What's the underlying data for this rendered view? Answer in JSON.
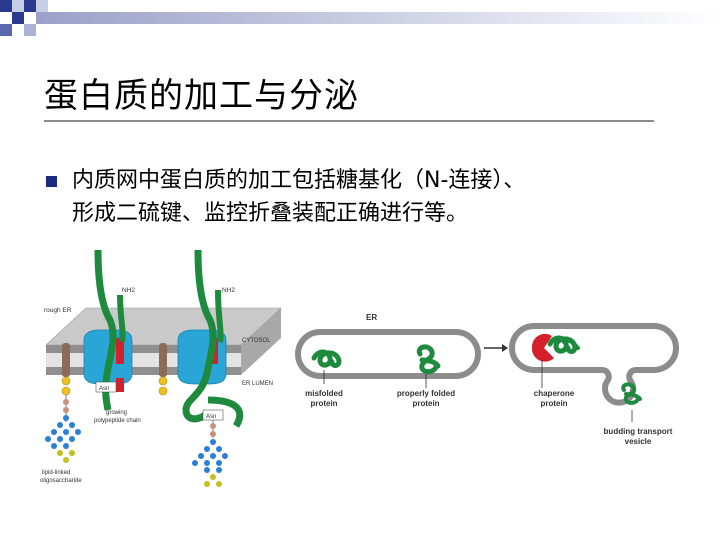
{
  "slide": {
    "title": "蛋白质的加工与分泌",
    "bullet_line1": "内质网中蛋白质的加工包括糖基化（N-连接）、",
    "bullet_line2": "形成二硫键、监控折叠装配正确进行等。"
  },
  "figure1": {
    "rough_er": "rough ER",
    "nh2_a": "NH2",
    "nh2_b": "NH2",
    "cytosol": "CYTOSOL",
    "er_lumen": "ER LUMEN",
    "asn_a": "Asn",
    "asn_b": "Asn",
    "growing1": "growing",
    "growing2": "polypeptide chain",
    "lipid1": "lipid-linked",
    "lipid2": "oligosaccharide"
  },
  "figure2": {
    "er": "ER",
    "misfolded1": "misfolded",
    "misfolded2": "protein",
    "proper1": "properly folded",
    "proper2": "protein",
    "chaperone1": "chaperone",
    "chaperone2": "protein",
    "budding1": "budding transport",
    "budding2": "vesicle"
  },
  "colors": {
    "title_rule": "#8a8a8a",
    "bullet": "#1a2a80",
    "protein_green": "#1e8a3e",
    "channel_blue": "#2aa6d6",
    "chaperone_red": "#d4202c",
    "er_outline": "#8c8c8c"
  }
}
